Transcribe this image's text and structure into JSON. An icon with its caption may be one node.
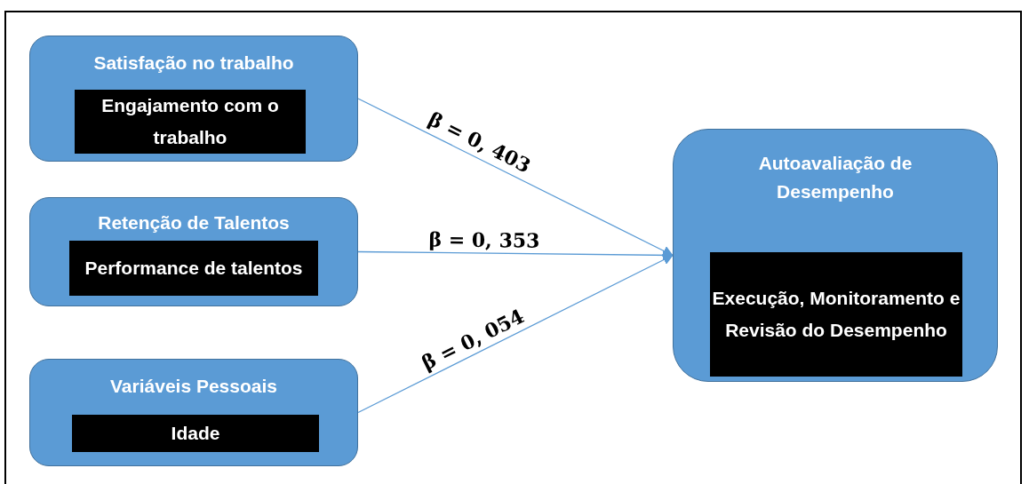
{
  "diagram": {
    "nodes": [
      {
        "text": [
          "Satisfação no trabalho"
        ]
      },
      {
        "text": [
          "Engajamento com o trabalho"
        ],
        "in": 0
      },
      {
        "text": [
          "Retenção de Talentos"
        ]
      },
      {
        "text": [
          "Performance de talentos"
        ],
        "in": 2
      },
      {
        "text": [
          "Variáveis Pessoais"
        ]
      },
      {
        "text": [
          "Idade"
        ],
        "in": 4
      },
      {
        "text": [
          "Autoavaliação de Desempenho"
        ]
      },
      {
        "text": [
          "Execução, Monitoramento e Revisão do Desempenho"
        ],
        "in": 6
      }
    ],
    "edges": [
      {
        "from": 0,
        "to": 6,
        "arrow": "to",
        "label": "β = 0, 403"
      },
      {
        "from": 2,
        "to": 6,
        "arrow": "to",
        "label": "β = 0, 353"
      },
      {
        "from": 4,
        "to": 6,
        "arrow": "to",
        "label": "β = 0, 054"
      }
    ]
  }
}
